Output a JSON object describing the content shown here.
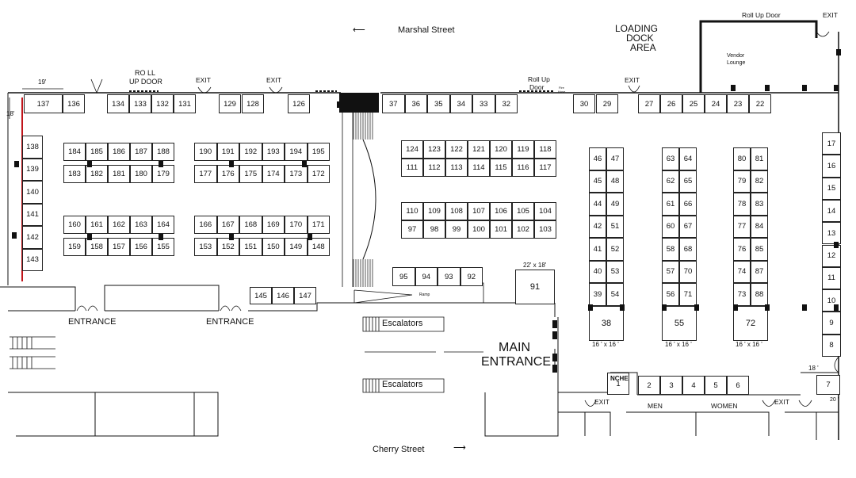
{
  "streets": {
    "north": "Marshal Street",
    "south": "Cherry Street"
  },
  "areas": {
    "loading_dock": [
      "LOADING",
      "DOCK",
      "AREA"
    ],
    "roll_up_top": "Roll Up Door",
    "vendor_lounge": [
      "Vendor",
      "Lounge"
    ],
    "roll_up_left": [
      "RO LL",
      "UP DOOR"
    ],
    "roll_up_mid": [
      "Roll Up",
      "Door"
    ],
    "fire_hose": [
      "Fire",
      "Hose"
    ],
    "entrance": "ENTRANCE",
    "main_entrance": [
      "MAIN",
      "ENTRANCE"
    ],
    "escalators": "Escalators",
    "ramp": "Ramp",
    "exit": "EXIT",
    "men": "MEN",
    "women": "WOMEN",
    "nche": "NCHE"
  },
  "dimensions": {
    "d19": "19'",
    "d18": "18'",
    "d22x18": "22' x 18'",
    "d16x16": "16 ' x 16 '",
    "d18b": "18 '",
    "d20": "20 '"
  },
  "booths": {
    "top_left": [
      "137",
      "136",
      "134",
      "133",
      "132",
      "131",
      "129",
      "128",
      "126"
    ],
    "top_mid": [
      "37",
      "36",
      "35",
      "34",
      "33",
      "32"
    ],
    "top_right": [
      "30",
      "29",
      "27",
      "26",
      "25",
      "24",
      "23",
      "22"
    ],
    "left_col": [
      "138",
      "139",
      "140",
      "141",
      "142",
      "143"
    ],
    "blk_a_top": [
      "184",
      "185",
      "186",
      "187",
      "188"
    ],
    "blk_a_bot": [
      "183",
      "182",
      "181",
      "180",
      "179"
    ],
    "blk_b_top": [
      "190",
      "191",
      "192",
      "193",
      "194",
      "195"
    ],
    "blk_b_bot": [
      "177",
      "176",
      "175",
      "174",
      "173",
      "172"
    ],
    "blk_c_top": [
      "160",
      "161",
      "162",
      "163",
      "164"
    ],
    "blk_c_bot": [
      "159",
      "158",
      "157",
      "156",
      "155"
    ],
    "blk_d_top": [
      "166",
      "167",
      "168",
      "169",
      "170",
      "171"
    ],
    "blk_d_bot": [
      "153",
      "152",
      "151",
      "150",
      "149",
      "148"
    ],
    "mid_1_top": [
      "124",
      "123",
      "122",
      "121",
      "120",
      "119",
      "118"
    ],
    "mid_1_bot": [
      "111",
      "112",
      "113",
      "114",
      "115",
      "116",
      "117"
    ],
    "mid_2_top": [
      "110",
      "109",
      "108",
      "107",
      "106",
      "105",
      "104"
    ],
    "mid_2_bot": [
      "97",
      "98",
      "99",
      "100",
      "101",
      "102",
      "103"
    ],
    "row_95": [
      "95",
      "94",
      "93",
      "92"
    ],
    "row_145": [
      "145",
      "146",
      "147"
    ],
    "b91": "91",
    "col_46": [
      [
        "46",
        "47"
      ],
      [
        "45",
        "48"
      ],
      [
        "44",
        "49"
      ],
      [
        "42",
        "51"
      ],
      [
        "41",
        "52"
      ],
      [
        "40",
        "53"
      ],
      [
        "39",
        "54"
      ]
    ],
    "b38": "38",
    "col_63": [
      [
        "63",
        "64"
      ],
      [
        "62",
        "65"
      ],
      [
        "61",
        "66"
      ],
      [
        "60",
        "67"
      ],
      [
        "58",
        "68"
      ],
      [
        "57",
        "70"
      ],
      [
        "56",
        "71"
      ]
    ],
    "b55": "55",
    "col_80": [
      [
        "80",
        "81"
      ],
      [
        "79",
        "82"
      ],
      [
        "78",
        "83"
      ],
      [
        "77",
        "84"
      ],
      [
        "76",
        "85"
      ],
      [
        "74",
        "87"
      ],
      [
        "73",
        "88"
      ]
    ],
    "b72": "72",
    "right_col": [
      "17",
      "16",
      "15",
      "14",
      "13",
      "12",
      "11",
      "10",
      "9",
      "8"
    ],
    "b7": "7",
    "bottom_row": [
      "2",
      "3",
      "4",
      "5",
      "6"
    ],
    "b1": "1"
  }
}
